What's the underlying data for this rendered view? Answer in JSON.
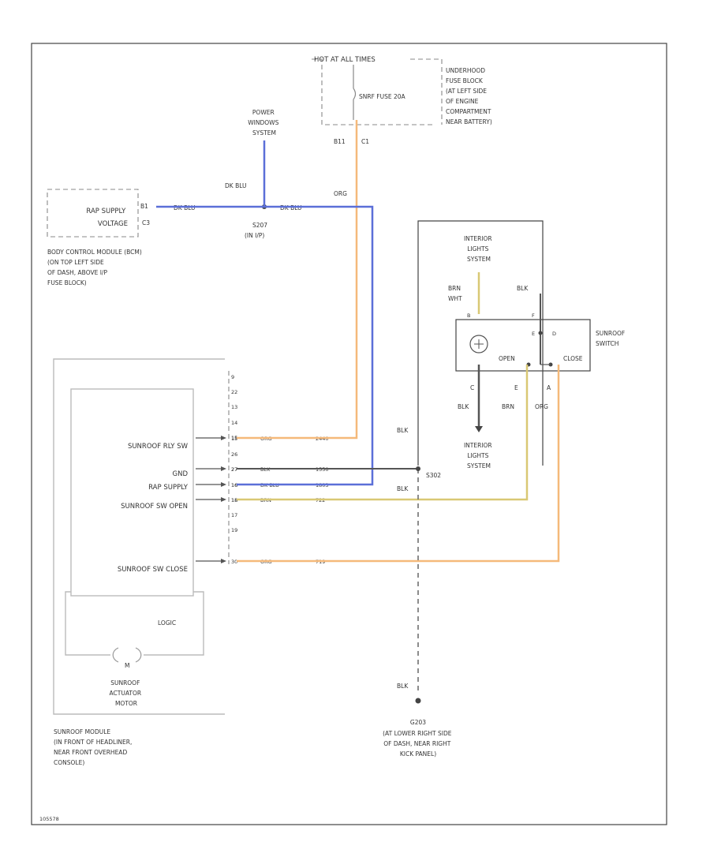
{
  "colors": {
    "org": "#f5b97a",
    "dk_blu": "#5b6fd8",
    "brn": "#d9c874",
    "blk": "#555555",
    "box": "#444444",
    "dashed": "#888888"
  },
  "fuse_block": {
    "header": "HOT AT ALL TIMES",
    "fuse_label": "SNRF FUSE 20A",
    "location": [
      "UNDERHOOD",
      "FUSE BLOCK",
      "(AT LEFT SIDE",
      "OF ENGINE",
      "COMPARTMENT",
      "NEAR BATTERY)"
    ],
    "cavity": "B11",
    "connector": "C1"
  },
  "power_windows": {
    "label": [
      "POWER",
      "WINDOWS",
      "SYSTEM"
    ],
    "wire": "DK BLU"
  },
  "splice": {
    "name": "S207",
    "desc": "(IN I/P)"
  },
  "bcm": {
    "box_text": [
      "RAP SUPPLY",
      "VOLTAGE"
    ],
    "pin": "B1",
    "connector": "C3",
    "wire": "DK BLU",
    "location": [
      "BODY CONTROL MODULE (BCM)",
      "(ON TOP LEFT SIDE",
      "OF DASH, ABOVE I/P",
      "FUSE BLOCK)"
    ]
  },
  "fuse_wire": "ORG",
  "splice_wire": "DK BLU",
  "interior_top": {
    "label": [
      "INTERIOR",
      "LIGHTS",
      "SYSTEM"
    ]
  },
  "sunroof_switch": {
    "label": [
      "SUNROOF",
      "SWITCH"
    ],
    "open_label": "OPEN",
    "close_label": "CLOSE",
    "pins": [
      "B",
      "F",
      "E",
      "D",
      "C",
      "E",
      "A"
    ],
    "brn_wht": [
      "BRN",
      "WHT"
    ],
    "blk_wire": "BLK"
  },
  "switch_bottom": {
    "wires": [
      {
        "pin": "C",
        "color_name": "BLK"
      },
      {
        "pin": "E",
        "color_name": "BRN"
      },
      {
        "pin": "A",
        "color_name": "ORG"
      }
    ],
    "interior_label": [
      "INTERIOR",
      "LIGHTS",
      "SYSTEM"
    ]
  },
  "connector_pins": [
    "9",
    "22",
    "13",
    "14",
    "15",
    "26",
    "27",
    "16",
    "18",
    "17",
    "19"
  ],
  "sunroof_module": {
    "signals": [
      {
        "label": "SUNROOF RLY SW",
        "pin": "15",
        "color_name": "ORG",
        "circuit": "2440"
      },
      {
        "label": "GND",
        "pin": "27",
        "color_name": "BLK",
        "circuit": "1550"
      },
      {
        "label": "RAP SUPPLY",
        "pin": "16",
        "color_name": "DK BLU",
        "circuit": "1803"
      },
      {
        "label": "SUNROOF SW OPEN",
        "pin": "18",
        "color_name": "BRN",
        "circuit": "722"
      },
      {
        "label": "SUNROOF SW CLOSE",
        "pin": "30",
        "color_name": "ORG",
        "circuit": "719"
      }
    ],
    "logic": "LOGIC",
    "motor_symbol": "M",
    "motor_label": [
      "SUNROOF",
      "ACTUATOR",
      "MOTOR"
    ],
    "location": [
      "SUNROOF MODULE",
      "(IN FRONT OF HEADLINER,",
      "NEAR FRONT OVERHEAD",
      "CONSOLE)"
    ]
  },
  "ground": {
    "blk_labels": [
      "BLK",
      "BLK",
      "BLK"
    ],
    "splice": "S302",
    "point": "G203",
    "location": [
      "(AT LOWER RIGHT SIDE",
      "OF DASH, NEAR RIGHT",
      "KICK PANEL)"
    ]
  },
  "footer": {
    "code": "105578"
  }
}
